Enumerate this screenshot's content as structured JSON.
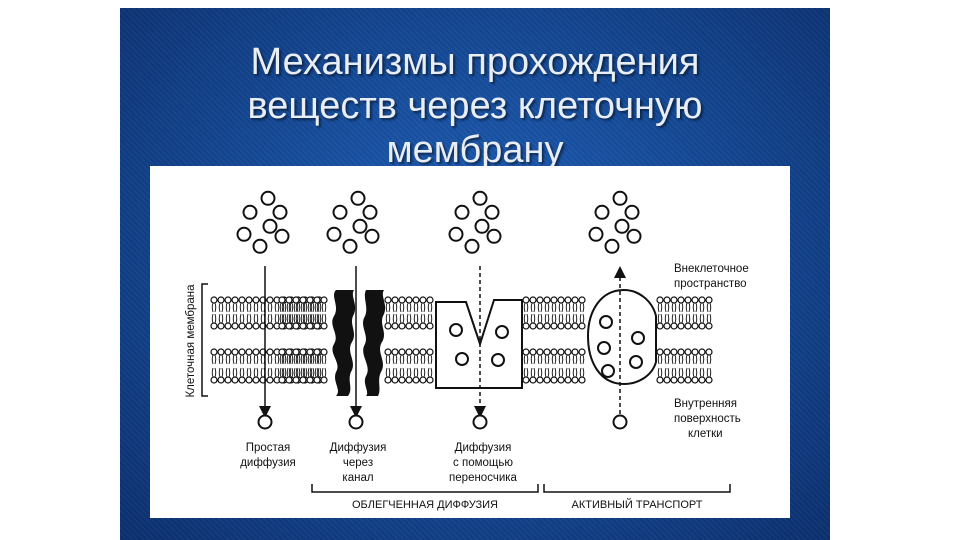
{
  "slide": {
    "title_lines": [
      "Механизмы прохождения",
      "веществ через клеточную",
      "мембрану"
    ]
  },
  "figure": {
    "membrane_label": "Клеточная мембрана",
    "outside_label": [
      "Внеклеточное",
      "пространство"
    ],
    "inside_label": [
      "Внутренняя",
      "поверхность",
      "клетки"
    ],
    "mechanisms": [
      {
        "label": [
          "Простая",
          "диффузия"
        ]
      },
      {
        "label": [
          "Диффузия",
          "через",
          "канал"
        ]
      },
      {
        "label": [
          "Диффузия",
          "с помощью",
          "переносчика"
        ]
      }
    ],
    "group_labels": {
      "facilitated": "ОБЛЕГЧЕННАЯ ДИФФУЗИЯ",
      "active": "АКТИВНЫЙ ТРАНСПОРТ"
    }
  },
  "colors": {
    "slide_background": "#154a98",
    "title_text": "#e9edf4",
    "figure_ink": "#111111"
  }
}
